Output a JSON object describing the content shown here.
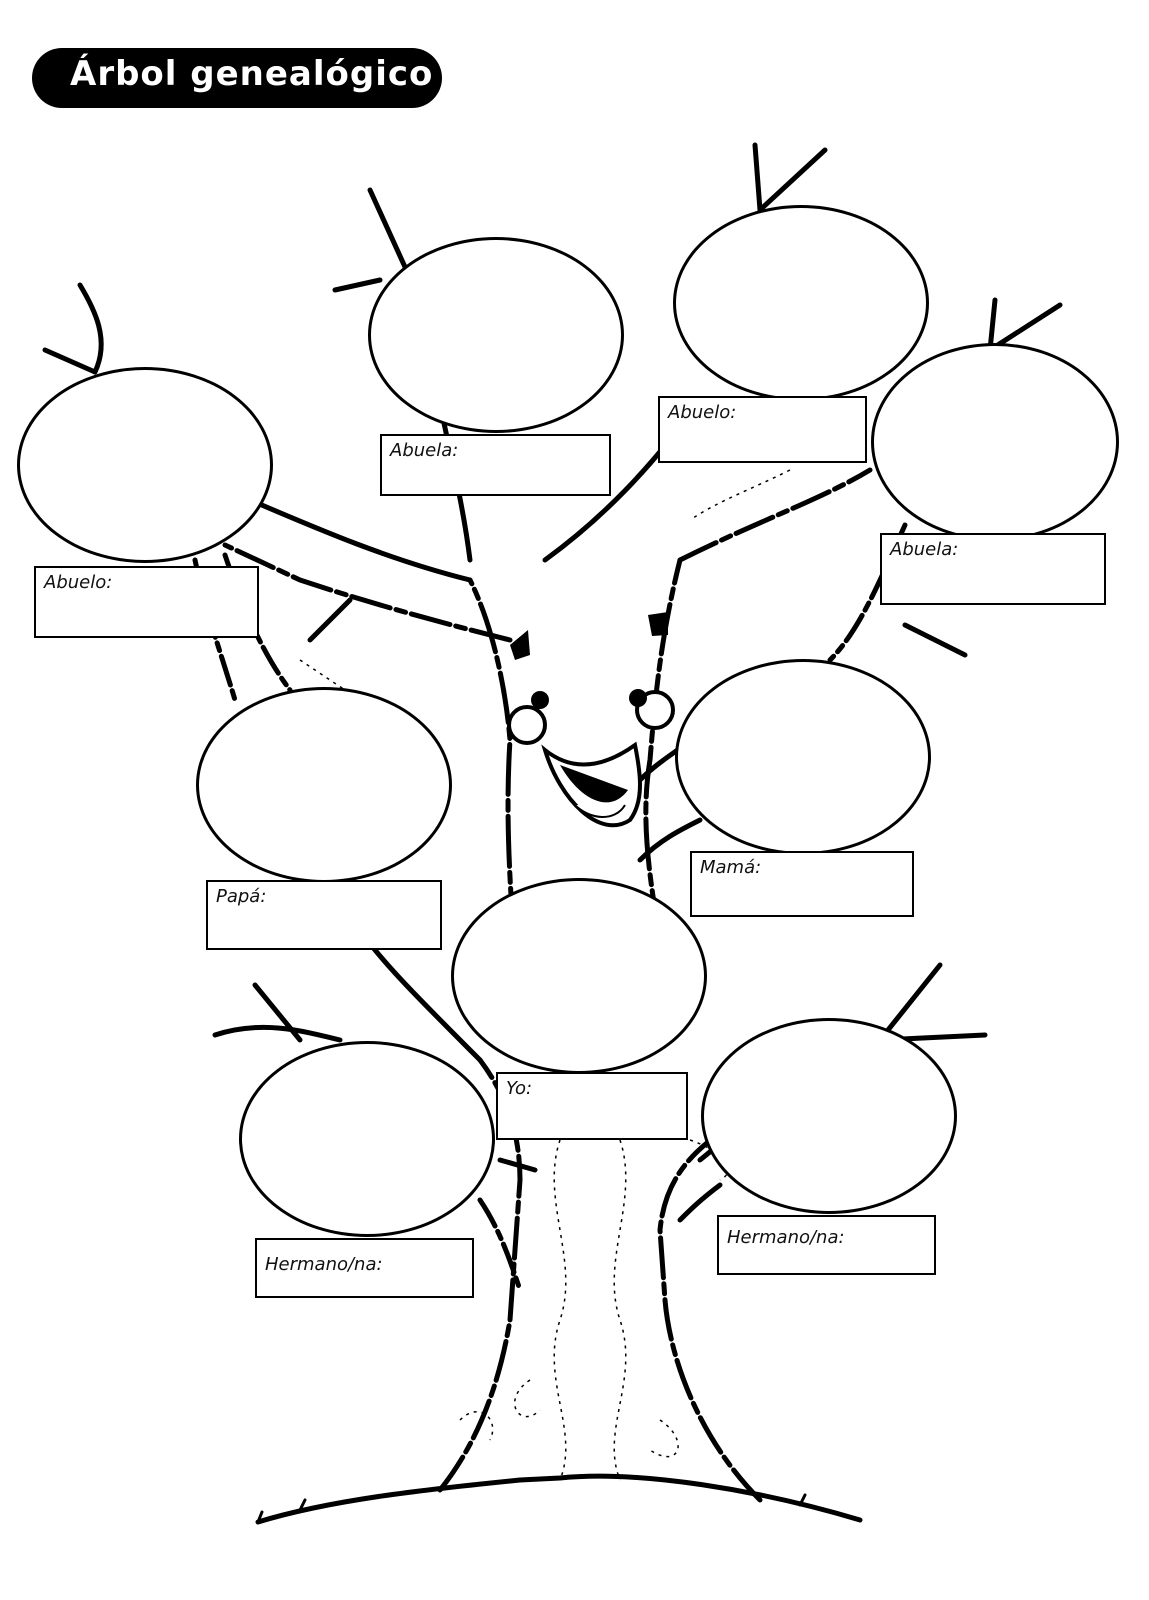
{
  "title": "Árbol genealógico",
  "labels": {
    "abuelo_left": "Abuelo:",
    "abuela_left": "Abuela:",
    "abuelo_right": "Abuelo:",
    "abuela_right": "Abuela:",
    "papa": "Papá:",
    "mama": "Mamá:",
    "yo": "Yo:",
    "hermano_left": "Hermano/na:",
    "hermano_right": "Hermano/na:"
  },
  "icons": [
    "tree-illustration",
    "tree-face-icon"
  ],
  "colors": {
    "ink": "#000000",
    "paper": "#ffffff"
  }
}
